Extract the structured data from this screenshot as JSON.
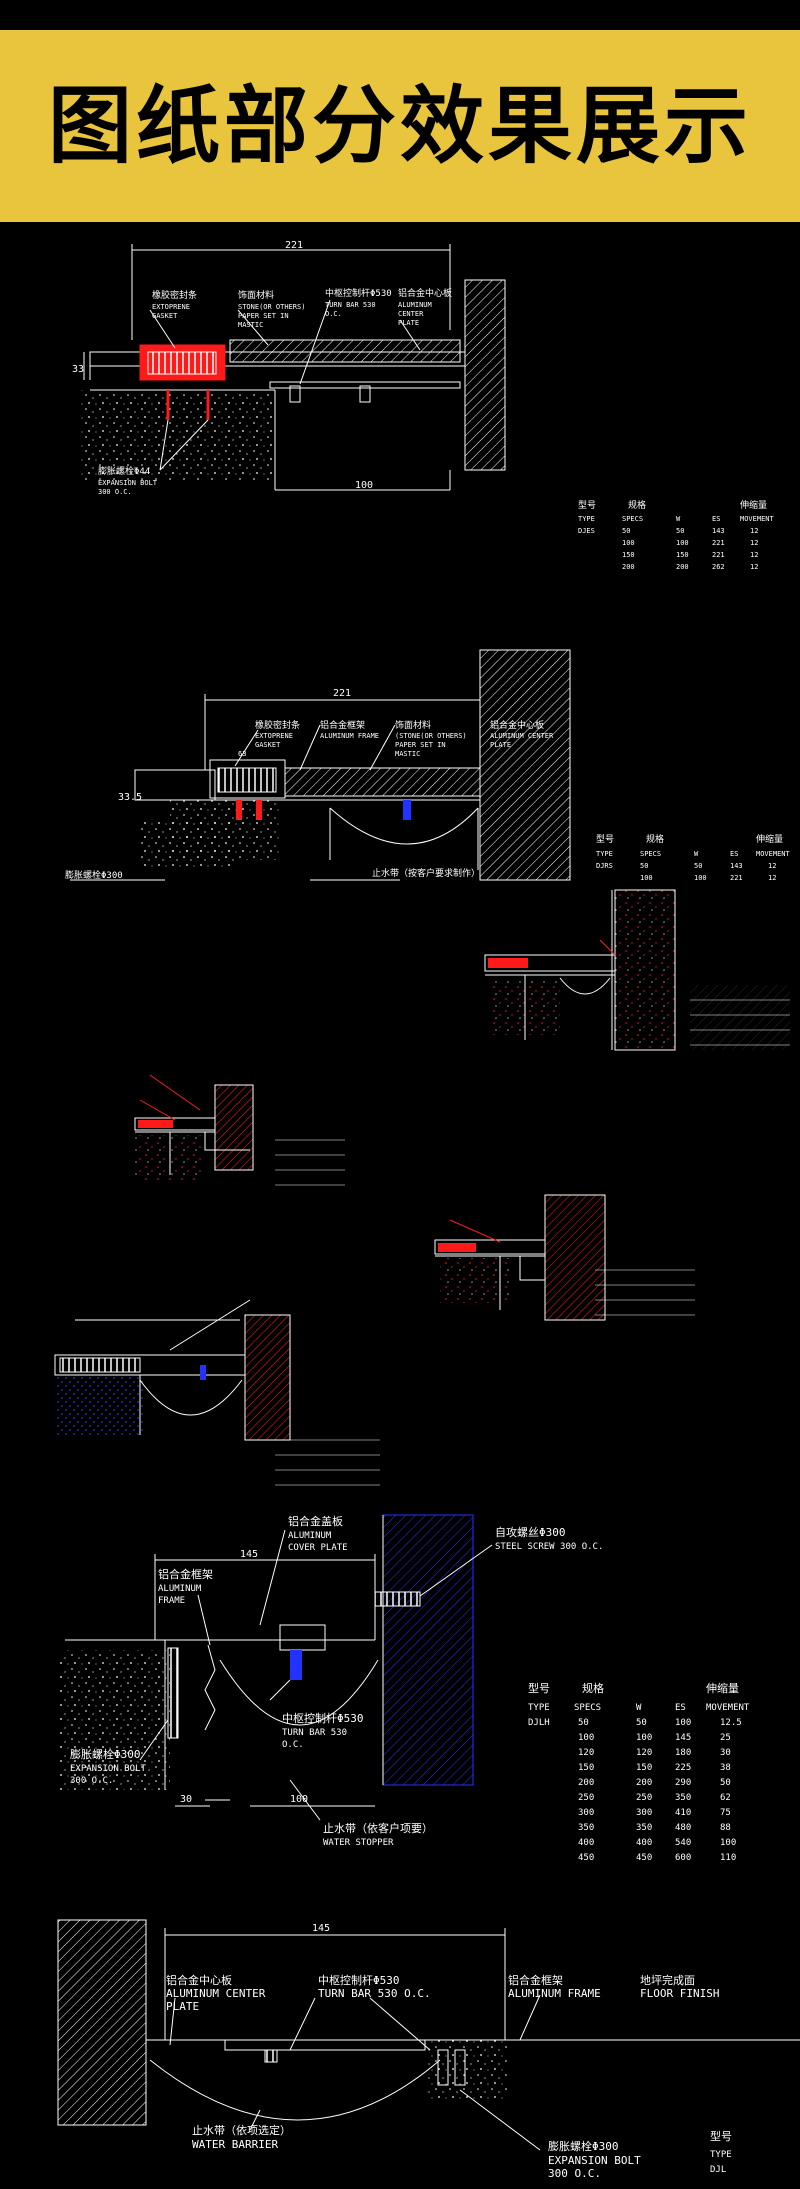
{
  "banner": {
    "title": "图纸部分效果展示",
    "bg_color": "#E9C53E"
  },
  "colors": {
    "background": "#000000",
    "line": "#FFFFFF",
    "accent_red": "#FF1A1A",
    "accent_blue": "#2233FF"
  },
  "detail1": {
    "dim_top": "221",
    "dim_bottom": "100",
    "dim_side": "33",
    "labels": [
      {
        "cn": "橡胶密封条",
        "en": [
          "EXTOPRENE",
          "GASKET"
        ]
      },
      {
        "cn": "饰面材料",
        "en": [
          "STONE(OR OTHERS)",
          "PAPER SET IN",
          "MASTIC"
        ]
      },
      {
        "cn": "中枢控制杆Φ530",
        "en": [
          "TURN BAR 530",
          "O.C."
        ]
      },
      {
        "cn": "铝合金中心板",
        "en": [
          "ALUMINUM",
          "CENTER",
          "PLATE"
        ]
      },
      {
        "cn": "膨胀螺栓Φ44",
        "en": [
          "EXPANSION BOLT",
          "300 O.C."
        ]
      }
    ],
    "table": {
      "head_cn": [
        "型号",
        "规格",
        "",
        "",
        "伸缩量"
      ],
      "head_en": [
        "TYPE",
        "SPECS",
        "W",
        "ES",
        "MOVEMENT"
      ],
      "rows": [
        [
          "DJES",
          "50",
          "50",
          "143",
          "12"
        ],
        [
          "",
          "100",
          "100",
          "221",
          "12"
        ],
        [
          "",
          "150",
          "150",
          "221",
          "12"
        ],
        [
          "",
          "200",
          "200",
          "262",
          "12"
        ]
      ]
    }
  },
  "detail2": {
    "dim_top": "221",
    "dim_side": "33.5",
    "dim_inner": "63",
    "labels": [
      {
        "cn": "橡胶密封条",
        "en": [
          "EXTOPRENE",
          "GASKET"
        ]
      },
      {
        "cn": "铝合金框架",
        "en": [
          "ALUMINUM FRAME"
        ]
      },
      {
        "cn": "饰面材料",
        "en": [
          "(STONE(OR OTHERS)",
          "PAPER SET IN",
          "MASTIC"
        ]
      },
      {
        "cn": "铝合金中心板",
        "en": [
          "ALUMINUM CENTER",
          "PLATE"
        ]
      },
      {
        "cn": "膨胀螺栓Φ300",
        "en": []
      },
      {
        "cn": "止水带（按客户要求制作）",
        "en": []
      }
    ],
    "table": {
      "head_cn": [
        "型号",
        "规格",
        "",
        "",
        "伸缩量"
      ],
      "head_en": [
        "TYPE",
        "SPECS",
        "W",
        "ES",
        "MOVEMENT"
      ],
      "rows": [
        [
          "DJRS",
          "50",
          "50",
          "143",
          "12"
        ],
        [
          "",
          "100",
          "100",
          "221",
          "12"
        ]
      ]
    }
  },
  "detail8": {
    "dim_top": "145",
    "dim_bottom": "100",
    "dim_left": "30",
    "labels": [
      {
        "cn": "铝合金盖板",
        "en": [
          "ALUMINUM",
          "COVER PLATE"
        ]
      },
      {
        "cn": "自攻螺丝Φ300",
        "en": [
          "STEEL SCREW 300 O.C."
        ]
      },
      {
        "cn": "铝合金框架",
        "en": [
          "ALUMINUM",
          "FRAME"
        ]
      },
      {
        "cn": "中枢控制杆Φ530",
        "en": [
          "TURN BAR 530",
          "O.C."
        ]
      },
      {
        "cn": "膨胀螺栓Φ300",
        "en": [
          "EXPANSION BOLT",
          "300 O.C."
        ]
      },
      {
        "cn": "止水带（依客户项要）",
        "en": [
          "WATER STOPPER"
        ]
      }
    ],
    "table": {
      "head_cn": [
        "型号",
        "规格",
        "",
        "",
        "伸缩量"
      ],
      "head_en": [
        "TYPE",
        "SPECS",
        "W",
        "ES",
        "MOVEMENT"
      ],
      "rows": [
        [
          "DJLH",
          "50",
          "50",
          "100",
          "12.5"
        ],
        [
          "",
          "100",
          "100",
          "145",
          "25"
        ],
        [
          "",
          "120",
          "120",
          "180",
          "30"
        ],
        [
          "",
          "150",
          "150",
          "225",
          "38"
        ],
        [
          "",
          "200",
          "200",
          "290",
          "50"
        ],
        [
          "",
          "250",
          "250",
          "350",
          "62"
        ],
        [
          "",
          "300",
          "300",
          "410",
          "75"
        ],
        [
          "",
          "350",
          "350",
          "480",
          "88"
        ],
        [
          "",
          "400",
          "400",
          "540",
          "100"
        ],
        [
          "",
          "450",
          "450",
          "600",
          "110"
        ]
      ]
    }
  },
  "detail9": {
    "dim_top": "145",
    "labels": [
      {
        "cn": "铝合金中心板",
        "en": [
          "ALUMINUM CENTER",
          "PLATE"
        ]
      },
      {
        "cn": "中枢控制杆Φ530",
        "en": [
          "TURN BAR 530 O.C."
        ]
      },
      {
        "cn": "铝合金框架",
        "en": [
          "ALUMINUM FRAME"
        ]
      },
      {
        "cn": "地坪完成面",
        "en": [
          "FLOOR FINISH"
        ]
      },
      {
        "cn": "止水带（依项选定）",
        "en": [
          "WATER BARRIER"
        ]
      },
      {
        "cn": "膨胀螺栓Φ300",
        "en": [
          "EXPANSION BOLT",
          "300 O.C."
        ]
      }
    ],
    "table": {
      "head_cn": [
        "型号"
      ],
      "head_en": [
        "TYPE"
      ],
      "rows": [
        [
          "DJL"
        ]
      ]
    }
  }
}
